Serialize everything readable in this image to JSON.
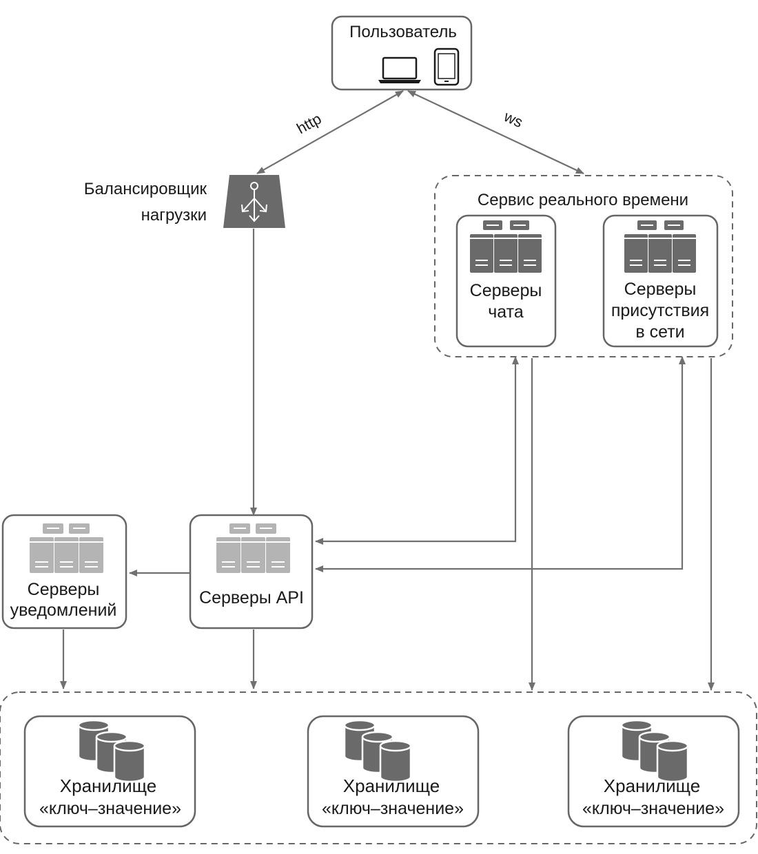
{
  "nodes": {
    "user": {
      "label": "Пользователь"
    },
    "load_balancer": {
      "label_lines": [
        "Балансировщик",
        "нагрузки"
      ]
    },
    "realtime_service": {
      "label": "Сервис реального времени"
    },
    "chat_servers": {
      "label_lines": [
        "Серверы",
        "чата"
      ]
    },
    "presence_servers": {
      "label_lines": [
        "Серверы",
        "присутствия",
        "в сети"
      ]
    },
    "api_servers": {
      "label": "Серверы API"
    },
    "notification_servers": {
      "label_lines": [
        "Серверы",
        "уведомлений"
      ]
    },
    "kv_store_1": {
      "label_lines": [
        "Хранилище",
        "«ключ–значение»"
      ]
    },
    "kv_store_2": {
      "label_lines": [
        "Хранилище",
        "«ключ–значение»"
      ]
    },
    "kv_store_3": {
      "label_lines": [
        "Хранилище",
        "«ключ–значение»"
      ]
    }
  },
  "edges": {
    "user_to_lb": {
      "label": "http"
    },
    "user_to_realtime": {
      "label": "ws"
    }
  },
  "colors": {
    "icon_dark": "#6a6a6a",
    "icon_light": "#b4b4b4",
    "border": "#666666",
    "arrow": "#707070"
  }
}
